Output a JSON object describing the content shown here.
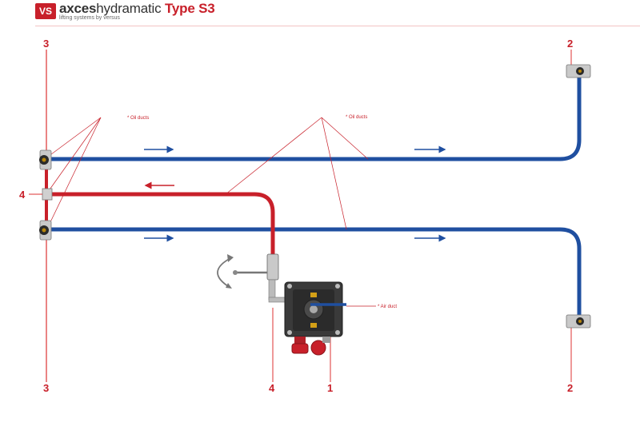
{
  "header": {
    "logo": "VS",
    "brand_part1": "axces",
    "brand_part2": "hydramatic",
    "brand_part3": "Type S3",
    "tagline": "lifting systems by versus"
  },
  "labels": {
    "top_left": "3",
    "top_right": "2",
    "bottom_left": "3",
    "bottom_right": "2",
    "left_junction": "4",
    "bottom_valve": "4",
    "pump": "1"
  },
  "annotations": {
    "oil_ducts_left": "* Oil ducts",
    "oil_ducts_right": "* Oil ducts",
    "air_duct": "* Air duct"
  },
  "colors": {
    "oil_supply": "#1f4fa0",
    "oil_pressure": "#c8202a",
    "accent": "#c8202a"
  }
}
